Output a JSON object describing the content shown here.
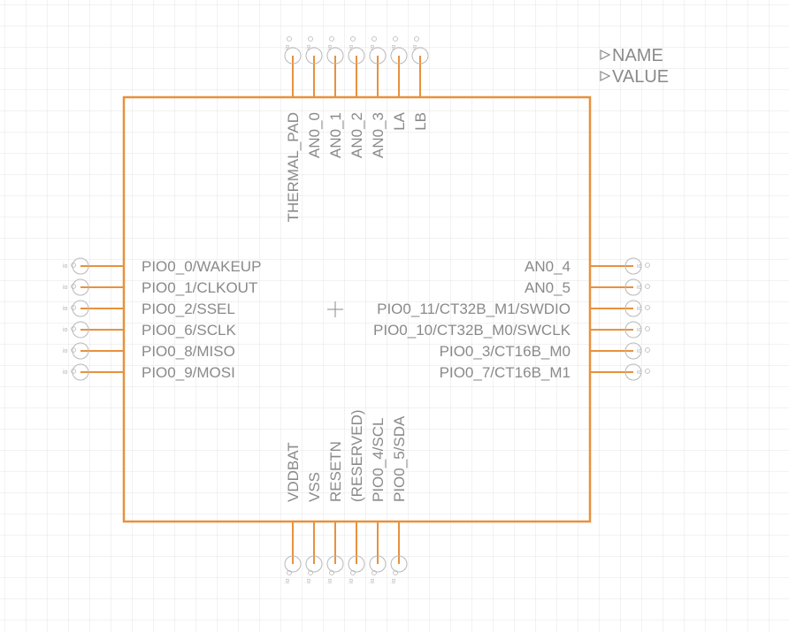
{
  "colors": {
    "grid": "#e4e4e4",
    "body": "#e8913d",
    "text": "#8a8a8a",
    "pin_end": "#b8b8b8"
  },
  "attributes": {
    "name": "NAME",
    "value": "VALUE"
  },
  "pins": {
    "top": [
      "THERMAL_PAD",
      "AN0_0",
      "AN0_1",
      "AN0_2",
      "AN0_3",
      "LA",
      "LB"
    ],
    "left": [
      "PIO0_0/WAKEUP",
      "PIO0_1/CLKOUT",
      "PIO0_2/SSEL",
      "PIO0_6/SCLK",
      "PIO0_8/MISO",
      "PIO0_9/MOSI"
    ],
    "right": [
      "AN0_4",
      "AN0_5",
      "PIO0_11/CT32B_M1/SWDIO",
      "PIO0_10/CT32B_M0/SWCLK",
      "PIO0_3/CT16B_M0",
      "PIO0_7/CT16B_M1"
    ],
    "bottom": [
      "VDDBAT",
      "VSS",
      "RESETN",
      "(RESERVED)",
      "PIO0_4/SCL",
      "PIO0_5/SDA"
    ]
  }
}
